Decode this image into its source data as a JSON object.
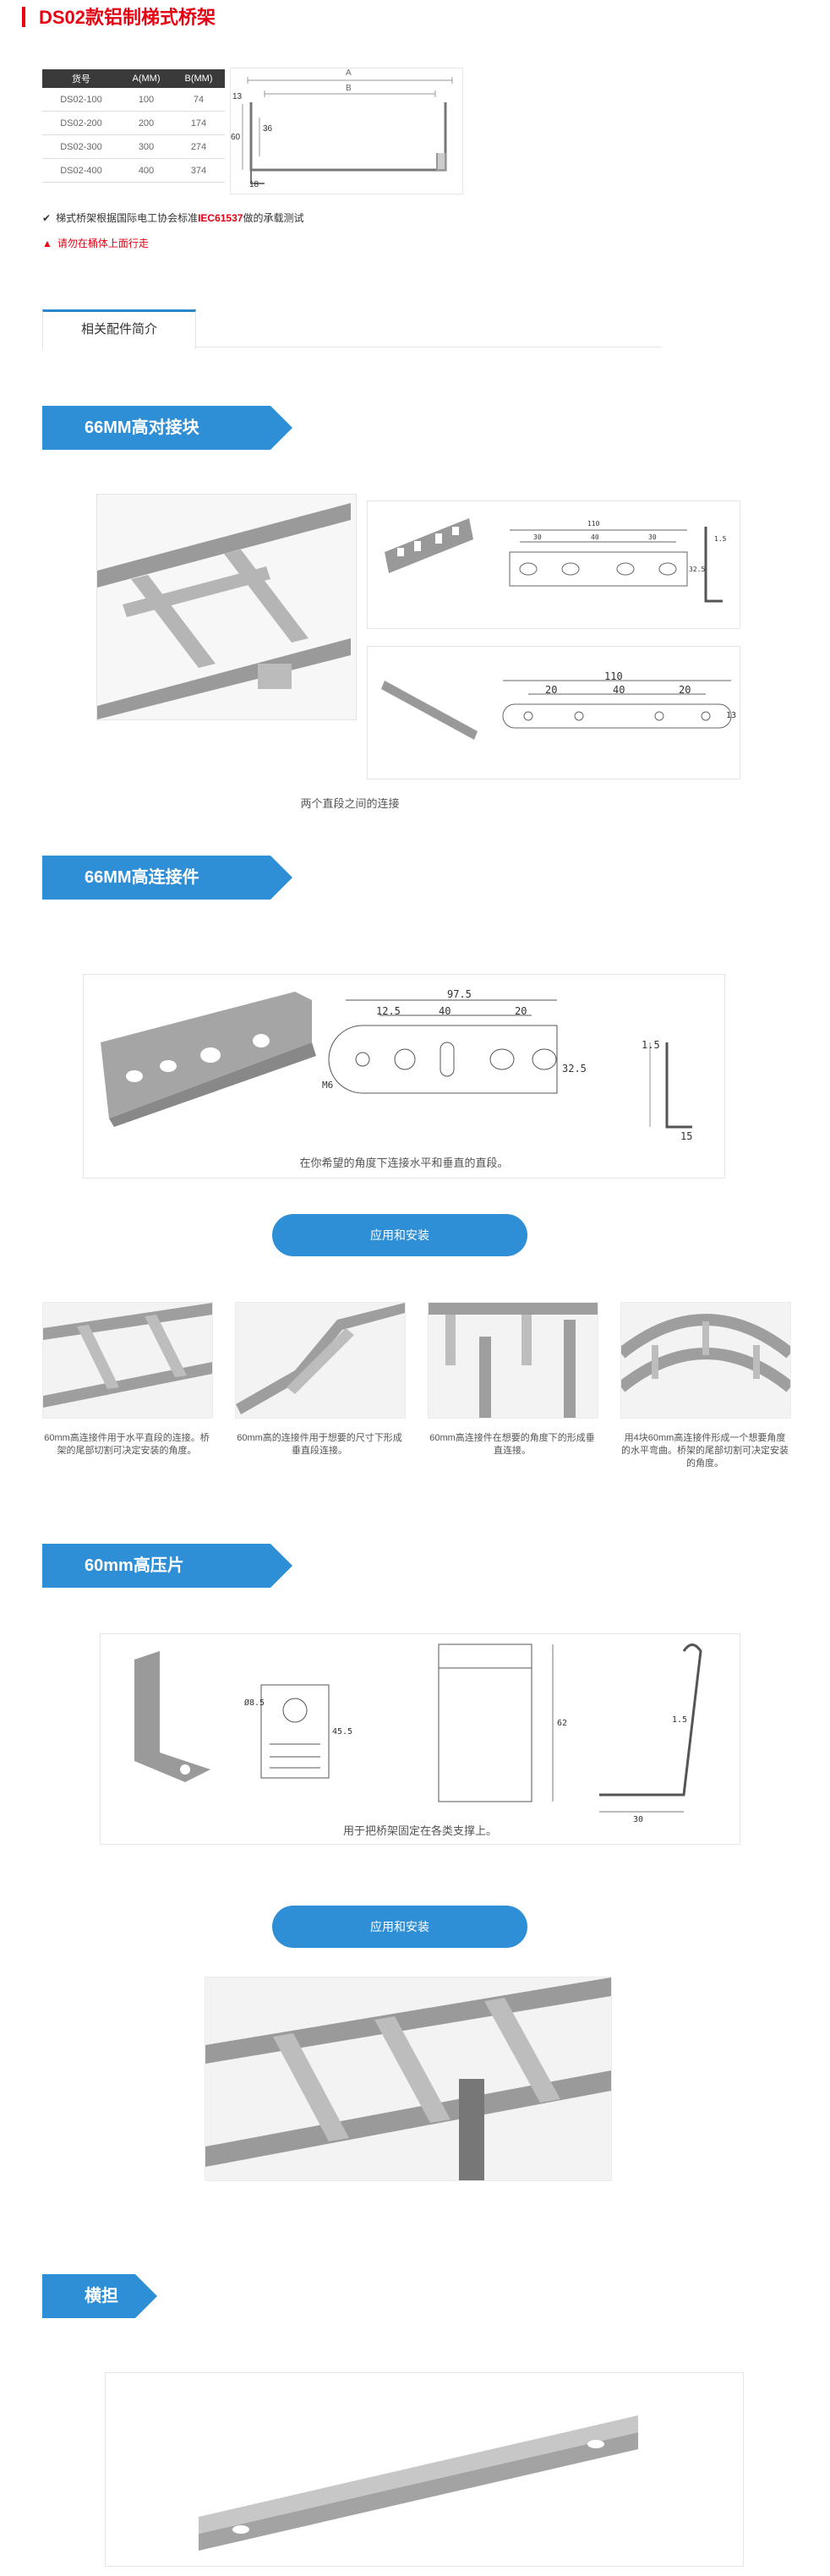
{
  "page": {
    "title": "DS02款铝制梯式桥架"
  },
  "spec_table": {
    "headers": [
      "货号",
      "A(MM)",
      "B(MM)"
    ],
    "rows": [
      [
        "DS02-100",
        "100",
        "74"
      ],
      [
        "DS02-200",
        "200",
        "174"
      ],
      [
        "DS02-300",
        "300",
        "274"
      ],
      [
        "DS02-400",
        "400",
        "374"
      ]
    ]
  },
  "spec_drawing": {
    "label_a": "A",
    "label_b": "B",
    "dim_13": "13",
    "dim_36": "36",
    "dim_60": "60",
    "dim_18": "18"
  },
  "notes": {
    "test_pre": "梯式桥架根据国际电工协会标准",
    "test_std": "IEC61537",
    "test_post": "做的承载测试",
    "warning": "请勿在桶体上面行走"
  },
  "tab": {
    "label": "相关配件简介"
  },
  "sections": {
    "s1": {
      "title": "66MM高对接块",
      "caption": "两个直段之间的连接",
      "dims_top": [
        "110",
        "30",
        "40",
        "30",
        "1.5",
        "32.5"
      ],
      "dims_bottom": [
        "110",
        "20",
        "40",
        "20",
        "13"
      ]
    },
    "s2": {
      "title": "66MM高连接件",
      "caption": "在你希望的角度下连接水平和垂直的直段。",
      "dims": [
        "97.5",
        "12.5",
        "40",
        "20",
        "32.5",
        "1.5",
        "15",
        "M6"
      ],
      "button": "应用和安装",
      "apps": [
        "60mm高连接件用于水平直段的连接。桥架的尾部切割可决定安装的角度。",
        "60mm高的连接件用于想要的尺寸下形成垂直段连接。",
        "60mm高连接件在想要的角度下的形成垂直连接。",
        "用4块60mm高连接件形成一个想要角度的水平弯曲。桥架的尾部切割可决定安装的角度。"
      ]
    },
    "s3": {
      "title": "60mm高压片",
      "caption": "用于把桥架固定在各类支撑上。",
      "dims": [
        "Ø8.5",
        "45.5",
        "62",
        "1.5",
        "30"
      ],
      "button": "应用和安装"
    },
    "s4": {
      "title": "横担"
    }
  },
  "colors": {
    "brand_red": "#e60012",
    "section_blue": "#2f8fd6",
    "tab_accent": "#2a86c8"
  }
}
